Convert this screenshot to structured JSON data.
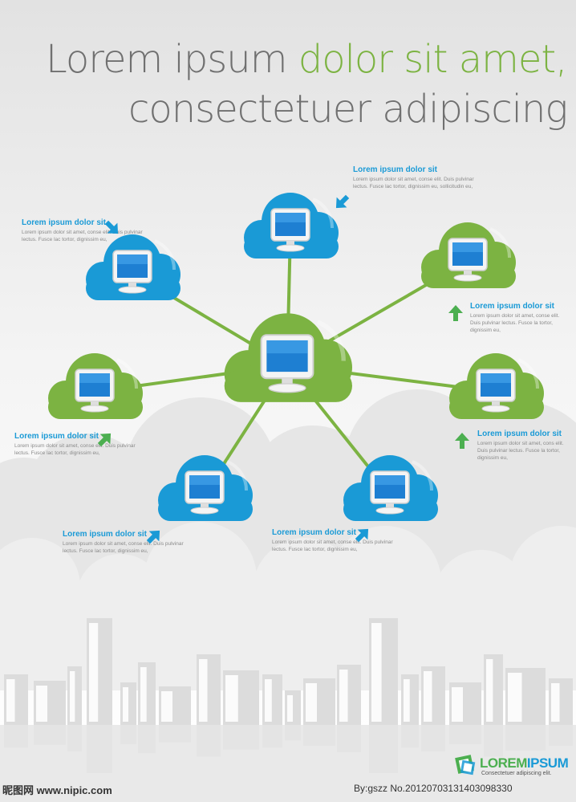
{
  "headline": {
    "line1_plain": "Lorem ipsum ",
    "line1_accent": "dolor sit amet,",
    "line2": "consectetuer adipiscing elit."
  },
  "colors": {
    "blue": "#1a9ad6",
    "green": "#7cb342",
    "link": "#7cb342",
    "screen": "#1e7fd2"
  },
  "icons": {
    "node": "computer-cloud-icon",
    "arrow": "arrow-icon",
    "logo": "logo-mark-icon"
  },
  "callouts": [
    {
      "title": "Lorem ipsum dolor sit",
      "body": "Lorem ipsum dolor sit amet, conse elit. Duis pulvinar lectus. Fusce lac tortor, dignissim eu,"
    },
    {
      "title": "Lorem ipsum dolor sit",
      "body": "Lorem ipsum dolor sit amet, conse elit. Duis pulvinar lectus. Fusce lac tortor, dignissim eu, sollicitudin eu,"
    },
    {
      "title": "Lorem ipsum dolor sit",
      "body": "Lorem ipsum dolor sit amet, conse elit. Duis pulvinar lectus. Fusce la tortor, dignissim eu,"
    },
    {
      "title": "Lorem ipsum dolor sit",
      "body": "Lorem ipsum dolor sit amet, conse elit. Duis pulvinar lectus. Fusce lac tortor, dignissim eu,"
    },
    {
      "title": "Lorem ipsum dolor sit",
      "body": "Lorem ipsum dolor sit amet, cons elit. Duis pulvinar lectus. Fusce la tortor, dignissim eu,"
    },
    {
      "title": "Lorem ipsum dolor sit",
      "body": "Lorem ipsum dolor sit amet, conse elit. Duis pulvinar lectus. Fusce lac tortor, dignissim eu,"
    },
    {
      "title": "Lorem ipsum dolor sit",
      "body": "Lorem ipsum dolor sit amet, conse elit. Duis pulvinar lectus. Fusce lac tortor, dignissim eu,"
    }
  ],
  "logo": {
    "name_a": "LOREM",
    "name_b": "IPSUM",
    "tagline": "Consectetuer adipiscing elit."
  },
  "watermark": {
    "left": "昵图网 www.nipic.com",
    "right": "By:gszz No.20120703131403098330"
  }
}
